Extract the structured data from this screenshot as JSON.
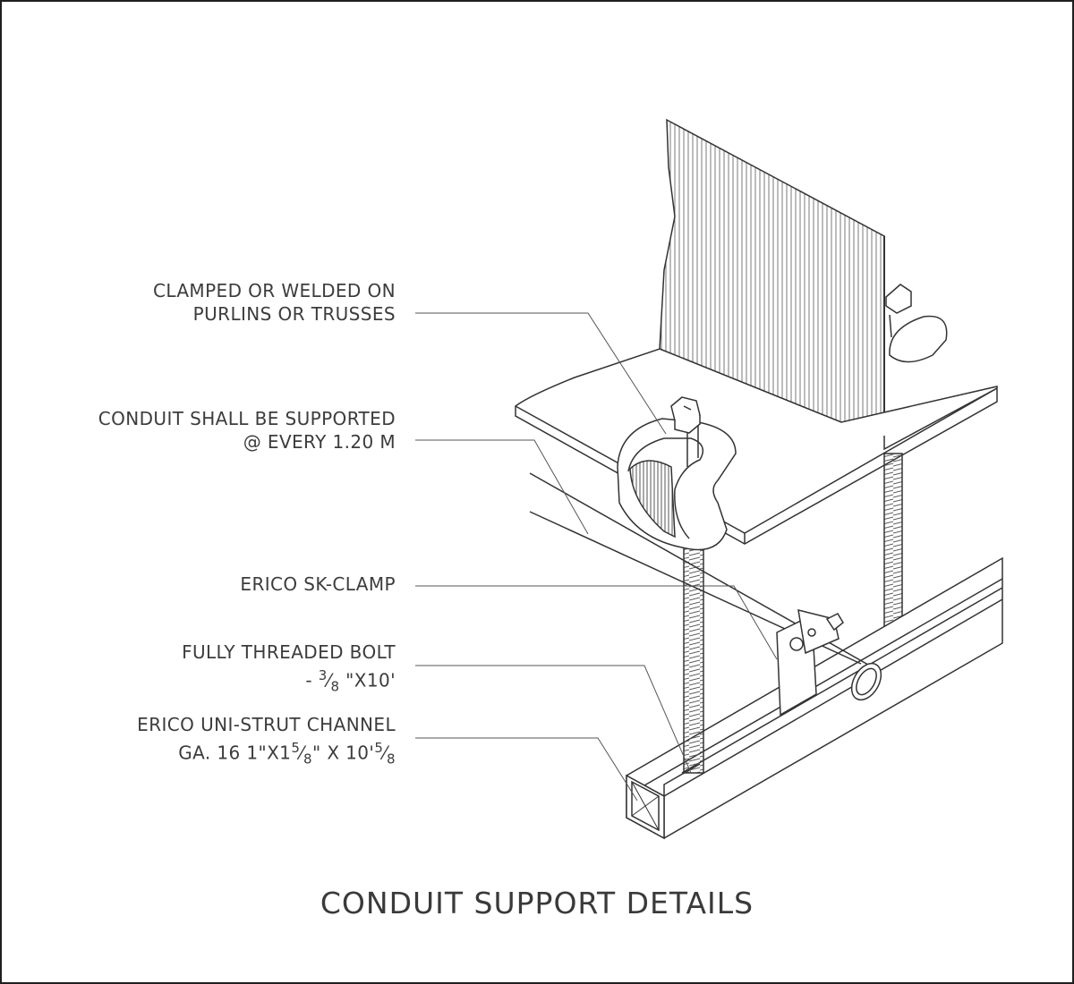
{
  "labels": {
    "clamped": {
      "line1": "CLAMPED OR WELDED ON",
      "line2": "PURLINS OR TRUSSES"
    },
    "spacing": {
      "line1": "CONDUIT SHALL BE SUPPORTED",
      "line2": "@ EVERY 1.20 M"
    },
    "clamp": {
      "line1": "ERICO SK-CLAMP"
    },
    "bolt": {
      "line1": "FULLY THREADED BOLT",
      "line2_prefix": "- ",
      "line2_num": "3",
      "line2_den": "8",
      "line2_suffix": " \"X10'"
    },
    "channel": {
      "line1": "ERICO UNI-STRUT CHANNEL",
      "line2_a": "GA. 16 1\"X1",
      "line2_num1": "5",
      "line2_den1": "8",
      "line2_b": "\" X 10'",
      "line2_num2": "5",
      "line2_den2": "8"
    }
  },
  "title": "CONDUIT SUPPORT DETAILS"
}
